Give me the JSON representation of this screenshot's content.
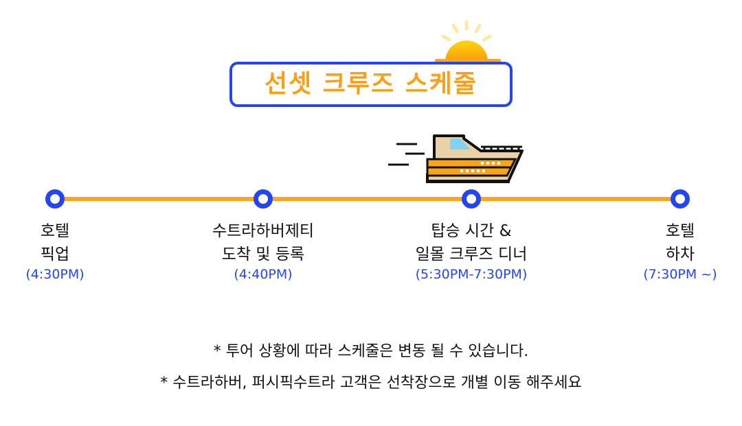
{
  "title": "선셋 크루즈 스케줄",
  "colors": {
    "accent": "#f9a51b",
    "blue": "#2445f0"
  },
  "stops": [
    {
      "name": "호텔\n픽업",
      "time": "(4:30PM)"
    },
    {
      "name": "수트라하버제티\n도착 및 등록",
      "time": "(4:40PM)"
    },
    {
      "name": "탑승 시간 &\n일몰 크루즈 디너",
      "time": "(5:30PM-7:30PM)"
    },
    {
      "name": "호텔\n하차",
      "time": "(7:30PM ~)"
    }
  ],
  "notes": [
    "* 투어 상황에 따라 스케줄은 변동 될 수 있습니다.",
    "* 수트라하버, 퍼시픽수트라 고객은 선착장으로 개별 이동 해주세요"
  ]
}
